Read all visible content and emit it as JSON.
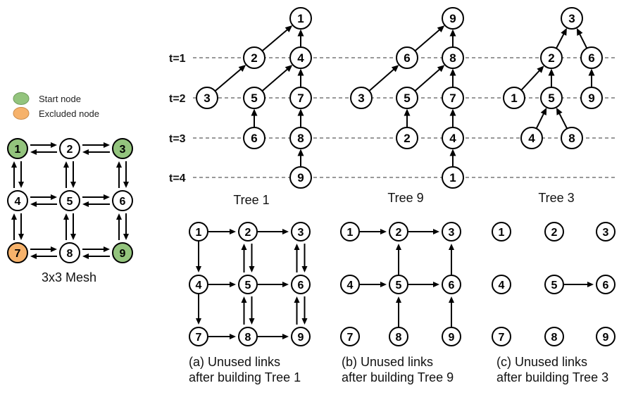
{
  "colors": {
    "start": "#93c47d",
    "excluded": "#f6b26b",
    "normal": "#ffffff",
    "stroke": "#000000"
  },
  "legend": {
    "items": [
      {
        "key": "start",
        "label": "Start node",
        "color": "#93c47d"
      },
      {
        "key": "excluded",
        "label": "Excluded node",
        "color": "#f6b26b"
      }
    ]
  },
  "mesh": {
    "caption": "3x3 Mesh",
    "nodes": [
      {
        "id": "1",
        "status": "start"
      },
      {
        "id": "2",
        "status": "normal"
      },
      {
        "id": "3",
        "status": "start"
      },
      {
        "id": "4",
        "status": "normal"
      },
      {
        "id": "5",
        "status": "normal"
      },
      {
        "id": "6",
        "status": "normal"
      },
      {
        "id": "7",
        "status": "excluded"
      },
      {
        "id": "8",
        "status": "normal"
      },
      {
        "id": "9",
        "status": "start"
      }
    ],
    "links": [
      [
        "1",
        "2"
      ],
      [
        "2",
        "1"
      ],
      [
        "2",
        "3"
      ],
      [
        "3",
        "2"
      ],
      [
        "4",
        "5"
      ],
      [
        "5",
        "4"
      ],
      [
        "5",
        "6"
      ],
      [
        "6",
        "5"
      ],
      [
        "7",
        "8"
      ],
      [
        "8",
        "7"
      ],
      [
        "8",
        "9"
      ],
      [
        "9",
        "8"
      ],
      [
        "1",
        "4"
      ],
      [
        "4",
        "1"
      ],
      [
        "4",
        "7"
      ],
      [
        "7",
        "4"
      ],
      [
        "2",
        "5"
      ],
      [
        "5",
        "2"
      ],
      [
        "5",
        "8"
      ],
      [
        "8",
        "5"
      ],
      [
        "3",
        "6"
      ],
      [
        "6",
        "3"
      ],
      [
        "6",
        "9"
      ],
      [
        "9",
        "6"
      ]
    ]
  },
  "time_axis": {
    "labels": [
      "t=1",
      "t=2",
      "t=3",
      "t=4"
    ]
  },
  "trees": [
    {
      "title": "Tree 1",
      "root": "1",
      "nodes": [
        {
          "id": "1",
          "t": 0
        },
        {
          "id": "2",
          "t": 1
        },
        {
          "id": "4",
          "t": 1
        },
        {
          "id": "3",
          "t": 2
        },
        {
          "id": "5",
          "t": 2
        },
        {
          "id": "7",
          "t": 2
        },
        {
          "id": "6",
          "t": 3
        },
        {
          "id": "8",
          "t": 3
        },
        {
          "id": "9",
          "t": 4
        }
      ],
      "edges": [
        [
          "2",
          "1"
        ],
        [
          "4",
          "1"
        ],
        [
          "3",
          "2"
        ],
        [
          "5",
          "4"
        ],
        [
          "7",
          "4"
        ],
        [
          "6",
          "5"
        ],
        [
          "8",
          "7"
        ],
        [
          "9",
          "8"
        ]
      ]
    },
    {
      "title": "Tree 9",
      "root": "9",
      "nodes": [
        {
          "id": "9",
          "t": 0
        },
        {
          "id": "6",
          "t": 1
        },
        {
          "id": "8",
          "t": 1
        },
        {
          "id": "3",
          "t": 2
        },
        {
          "id": "5",
          "t": 2
        },
        {
          "id": "7",
          "t": 2
        },
        {
          "id": "2",
          "t": 3
        },
        {
          "id": "4",
          "t": 3
        },
        {
          "id": "1",
          "t": 4
        }
      ],
      "edges": [
        [
          "6",
          "9"
        ],
        [
          "8",
          "9"
        ],
        [
          "3",
          "6"
        ],
        [
          "5",
          "8"
        ],
        [
          "7",
          "8"
        ],
        [
          "2",
          "5"
        ],
        [
          "4",
          "7"
        ],
        [
          "1",
          "4"
        ]
      ]
    },
    {
      "title": "Tree 3",
      "root": "3",
      "nodes": [
        {
          "id": "3",
          "t": 0
        },
        {
          "id": "2",
          "t": 1
        },
        {
          "id": "6",
          "t": 1
        },
        {
          "id": "1",
          "t": 2
        },
        {
          "id": "5",
          "t": 2
        },
        {
          "id": "9",
          "t": 2
        },
        {
          "id": "4",
          "t": 3
        },
        {
          "id": "8",
          "t": 3
        }
      ],
      "edges": [
        [
          "2",
          "3"
        ],
        [
          "6",
          "3"
        ],
        [
          "1",
          "2"
        ],
        [
          "5",
          "2"
        ],
        [
          "9",
          "6"
        ],
        [
          "4",
          "5"
        ],
        [
          "8",
          "5"
        ]
      ]
    }
  ],
  "unused_links_panels": [
    {
      "caption_line1": "(a) Unused links",
      "caption_line2": "after building Tree 1",
      "links": [
        [
          "1",
          "2"
        ],
        [
          "2",
          "3"
        ],
        [
          "1",
          "4"
        ],
        [
          "4",
          "7"
        ],
        [
          "2",
          "5"
        ],
        [
          "5",
          "2"
        ],
        [
          "3",
          "6"
        ],
        [
          "6",
          "3"
        ],
        [
          "4",
          "5"
        ],
        [
          "5",
          "6"
        ],
        [
          "5",
          "8"
        ],
        [
          "8",
          "5"
        ],
        [
          "6",
          "9"
        ],
        [
          "9",
          "6"
        ],
        [
          "7",
          "8"
        ],
        [
          "8",
          "9"
        ]
      ]
    },
    {
      "caption_line1": "(b) Unused links",
      "caption_line2": "after building Tree 9",
      "links": [
        [
          "1",
          "2"
        ],
        [
          "2",
          "3"
        ],
        [
          "5",
          "2"
        ],
        [
          "6",
          "3"
        ],
        [
          "4",
          "5"
        ],
        [
          "5",
          "6"
        ],
        [
          "8",
          "5"
        ],
        [
          "9",
          "6"
        ]
      ]
    },
    {
      "caption_line1": "(c) Unused links",
      "caption_line2": "after building Tree 3",
      "links": [
        [
          "5",
          "6"
        ]
      ]
    }
  ]
}
